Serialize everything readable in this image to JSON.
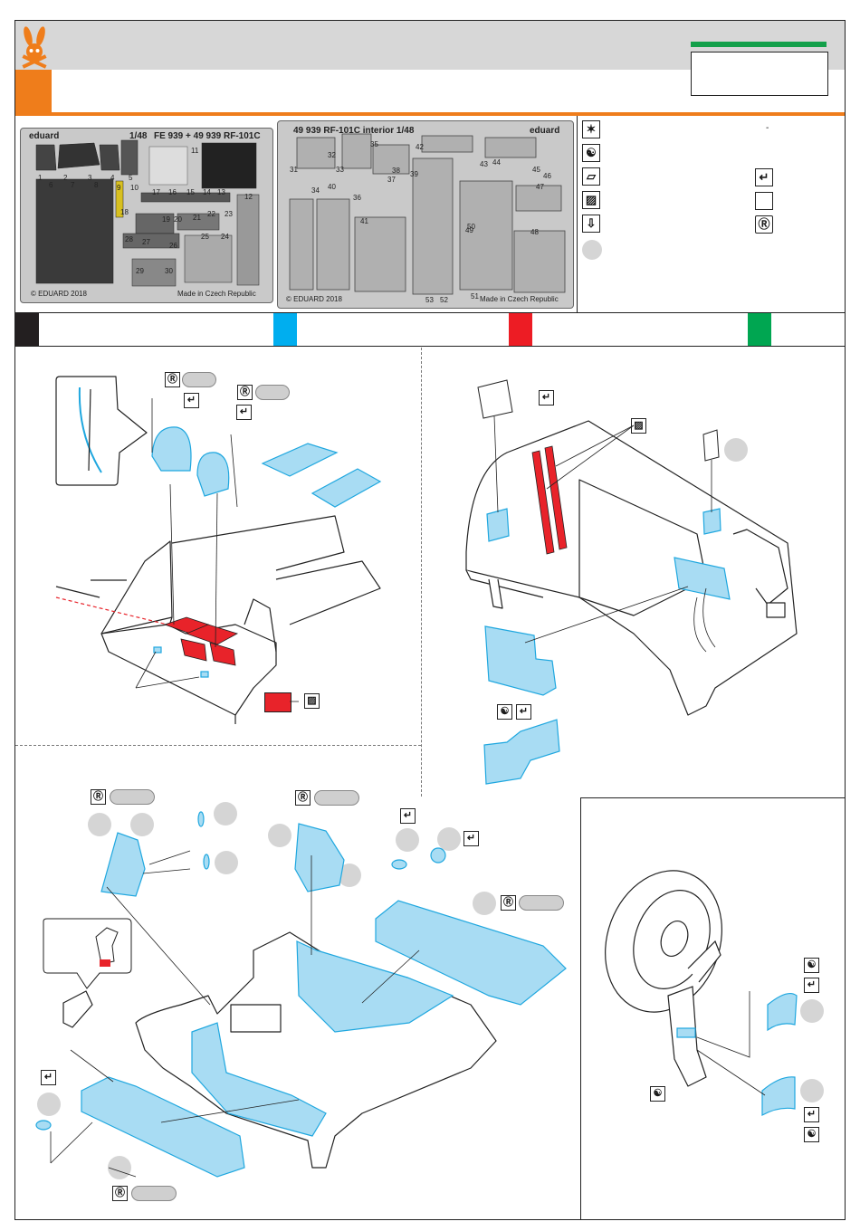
{
  "brand": {
    "logo_icon": "rabbit-skull-icon"
  },
  "frets": {
    "left": {
      "brand": "eduard",
      "scale": "1/48",
      "code": "FE 939 + 49 939  RF-101C",
      "copyright": "© EDUARD 2018",
      "origin": "Made in Czech Republic",
      "numbers": [
        "1",
        "2",
        "3",
        "4",
        "5",
        "6",
        "7",
        "8",
        "9",
        "10",
        "11",
        "12",
        "13",
        "14",
        "15",
        "16",
        "17",
        "18",
        "19",
        "20",
        "21",
        "22",
        "23",
        "24",
        "25",
        "26",
        "27",
        "28",
        "29",
        "30"
      ]
    },
    "right": {
      "code": "49 939  RF-101C interior   1/48",
      "brand": "eduard",
      "copyright": "© EDUARD 2018",
      "origin": "Made in Czech Republic",
      "numbers": [
        "31",
        "32",
        "33",
        "34",
        "35",
        "36",
        "37",
        "38",
        "39",
        "40",
        "41",
        "42",
        "43",
        "44",
        "45",
        "46",
        "47",
        "48",
        "49",
        "50",
        "51",
        "52",
        "53"
      ]
    }
  },
  "legend": {
    "icons": [
      "star-icon",
      "yin-yang-icon",
      "flat-part-icon",
      "hatched-part-icon",
      "drill-icon",
      "bend-arrow-icon",
      "blank-box-icon",
      "rsr-icon"
    ],
    "dash_mark": "-"
  },
  "colors": {
    "black": "#231f20",
    "blue": "#00aeef",
    "red": "#ed1c24",
    "green": "#00a651",
    "part_blue": "#a8dcf3",
    "part_red": "#e8232a"
  }
}
